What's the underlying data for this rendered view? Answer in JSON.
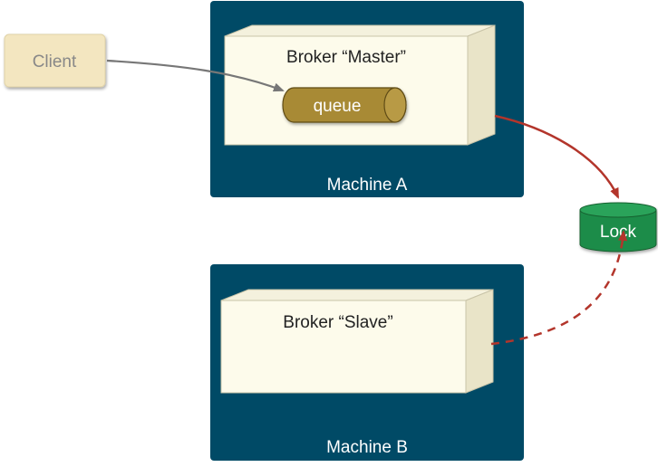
{
  "client": {
    "label": "Client"
  },
  "machines": [
    {
      "label": "Machine A",
      "broker_label": "Broker “Master”",
      "queue_label": "queue"
    },
    {
      "label": "Machine B",
      "broker_label": "Broker “Slave”"
    }
  ],
  "lock": {
    "label": "Lock"
  },
  "colors": {
    "machine": "#004a66",
    "broker": "#fdfbeb",
    "client": "#f3e6c0",
    "queue": "#a88a35",
    "lock": "#1f8c4a",
    "arrow_master": "#b3352b",
    "arrow_slave": "#b3352b",
    "arrow_client": "#777777"
  }
}
